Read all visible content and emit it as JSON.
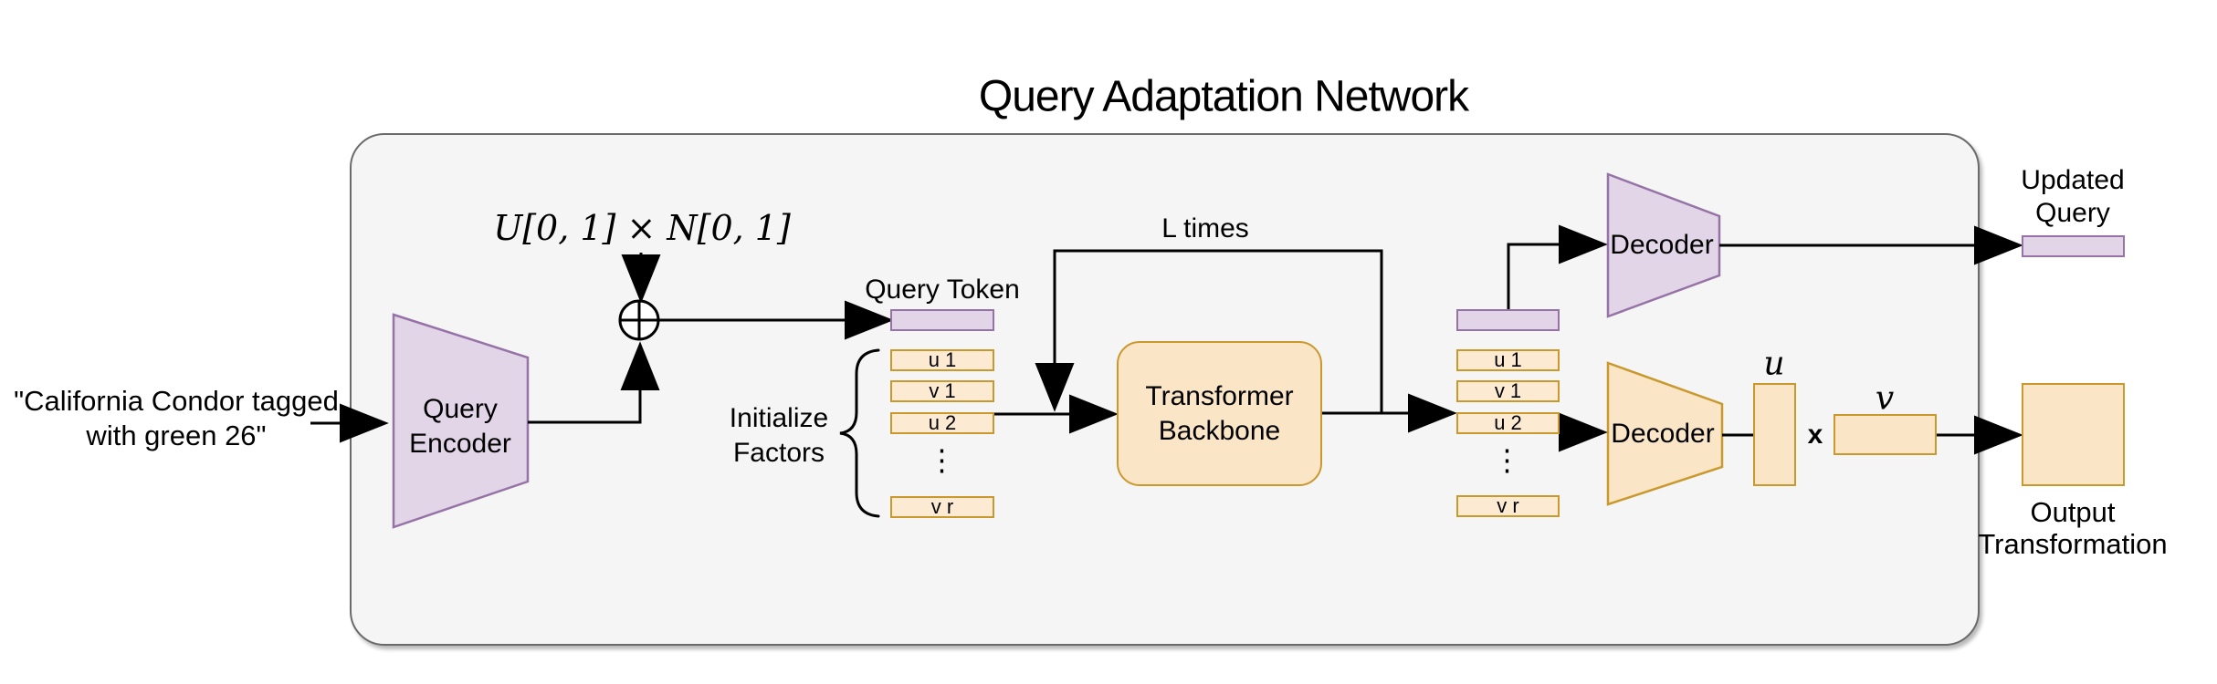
{
  "figure": {
    "title": "Query Adaptation Network",
    "input_query": {
      "line1": "\"California Condor tagged",
      "line2": "with green 26\""
    },
    "noise_formula": "U[0, 1] × N[0, 1]",
    "query_encoder": {
      "line1": "Query",
      "line2": "Encoder"
    },
    "query_token_label": "Query Token",
    "initialize_factors": {
      "line1": "Initialize",
      "line2": "Factors"
    },
    "factor_tokens": {
      "u1": "u 1",
      "v1": "v 1",
      "u2": "u 2",
      "vr": "v r",
      "ellipsis": "⋮"
    },
    "loop_label": "L times",
    "transformer": {
      "line1": "Transformer",
      "line2": "Backbone"
    },
    "decoder_top_label": "Decoder",
    "decoder_bottom_label": "Decoder",
    "u_label": "u",
    "times_label": "x",
    "v_label": "v",
    "updated_query": {
      "line1": "Updated",
      "line2": "Query"
    },
    "output_transformation": {
      "line1": "Output",
      "line2": "Transformation"
    }
  },
  "colors": {
    "purple_fill": "#E1D5E7",
    "purple_stroke": "#9673A6",
    "orange_fill": "#FBE5C7",
    "orange_stroke": "#C9992E",
    "token_fill": "#FCEAD3",
    "container_fill": "#F5F5F5",
    "container_stroke": "#6A6A6A",
    "line_color": "#000000",
    "text_color": "#000000"
  }
}
